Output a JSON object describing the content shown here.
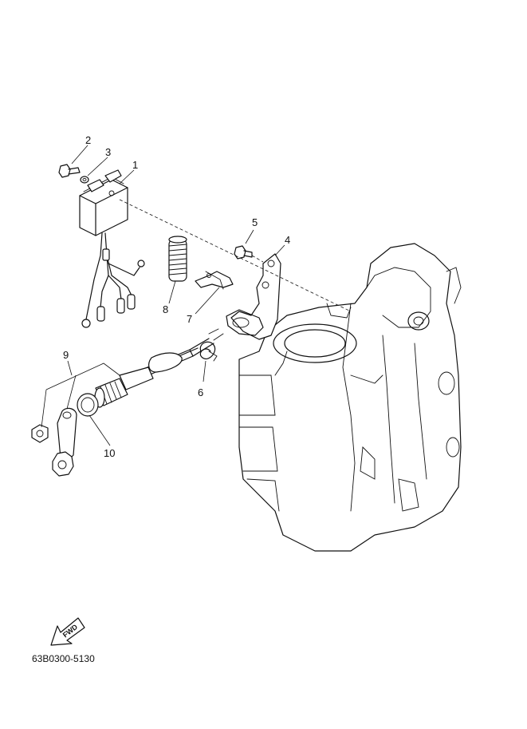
{
  "callouts": {
    "c1": "1",
    "c2": "2",
    "c3": "3",
    "c4": "4",
    "c5": "5",
    "c6": "6",
    "c7": "7",
    "c8": "8",
    "c9": "9",
    "c10": "10"
  },
  "fwd_label": "FWD",
  "diagram_code": "63B0300-5130"
}
